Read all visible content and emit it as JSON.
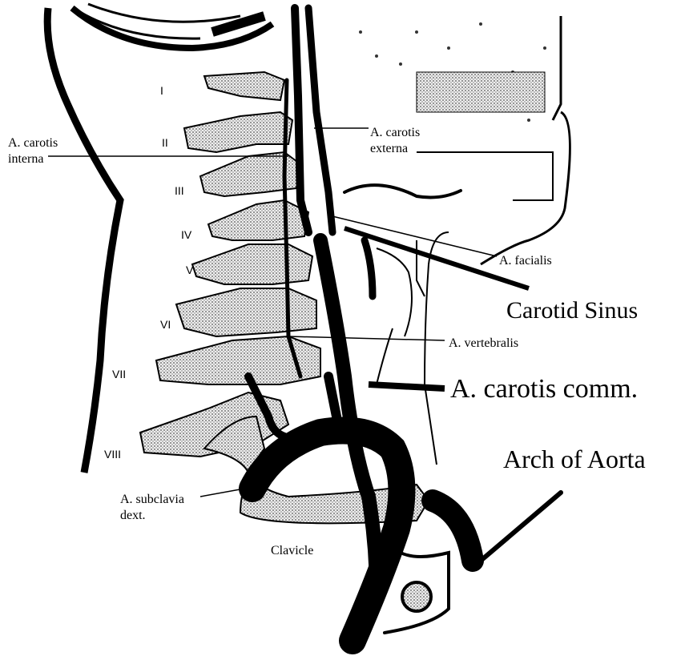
{
  "vertebrae": [
    "I",
    "II",
    "III",
    "IV",
    "V",
    "VI",
    "VII",
    "VIII"
  ],
  "labels": {
    "carotis_interna": [
      "A. carotis",
      "interna"
    ],
    "carotis_externa": [
      "A. carotis",
      "externa"
    ],
    "facialis": "A. facialis",
    "carotid_sinus": "Carotid Sinus",
    "vertebralis": "A. vertebralis",
    "carotis_comm": "A. carotis comm.",
    "arch_of_aorta": "Arch of Aorta",
    "subclavia": [
      "A. subclavia",
      "dext."
    ],
    "clavicle": "Clavicle"
  },
  "colors": {
    "ink": "#000000",
    "bone_fill": "#d4d4d4",
    "background": "#ffffff"
  }
}
